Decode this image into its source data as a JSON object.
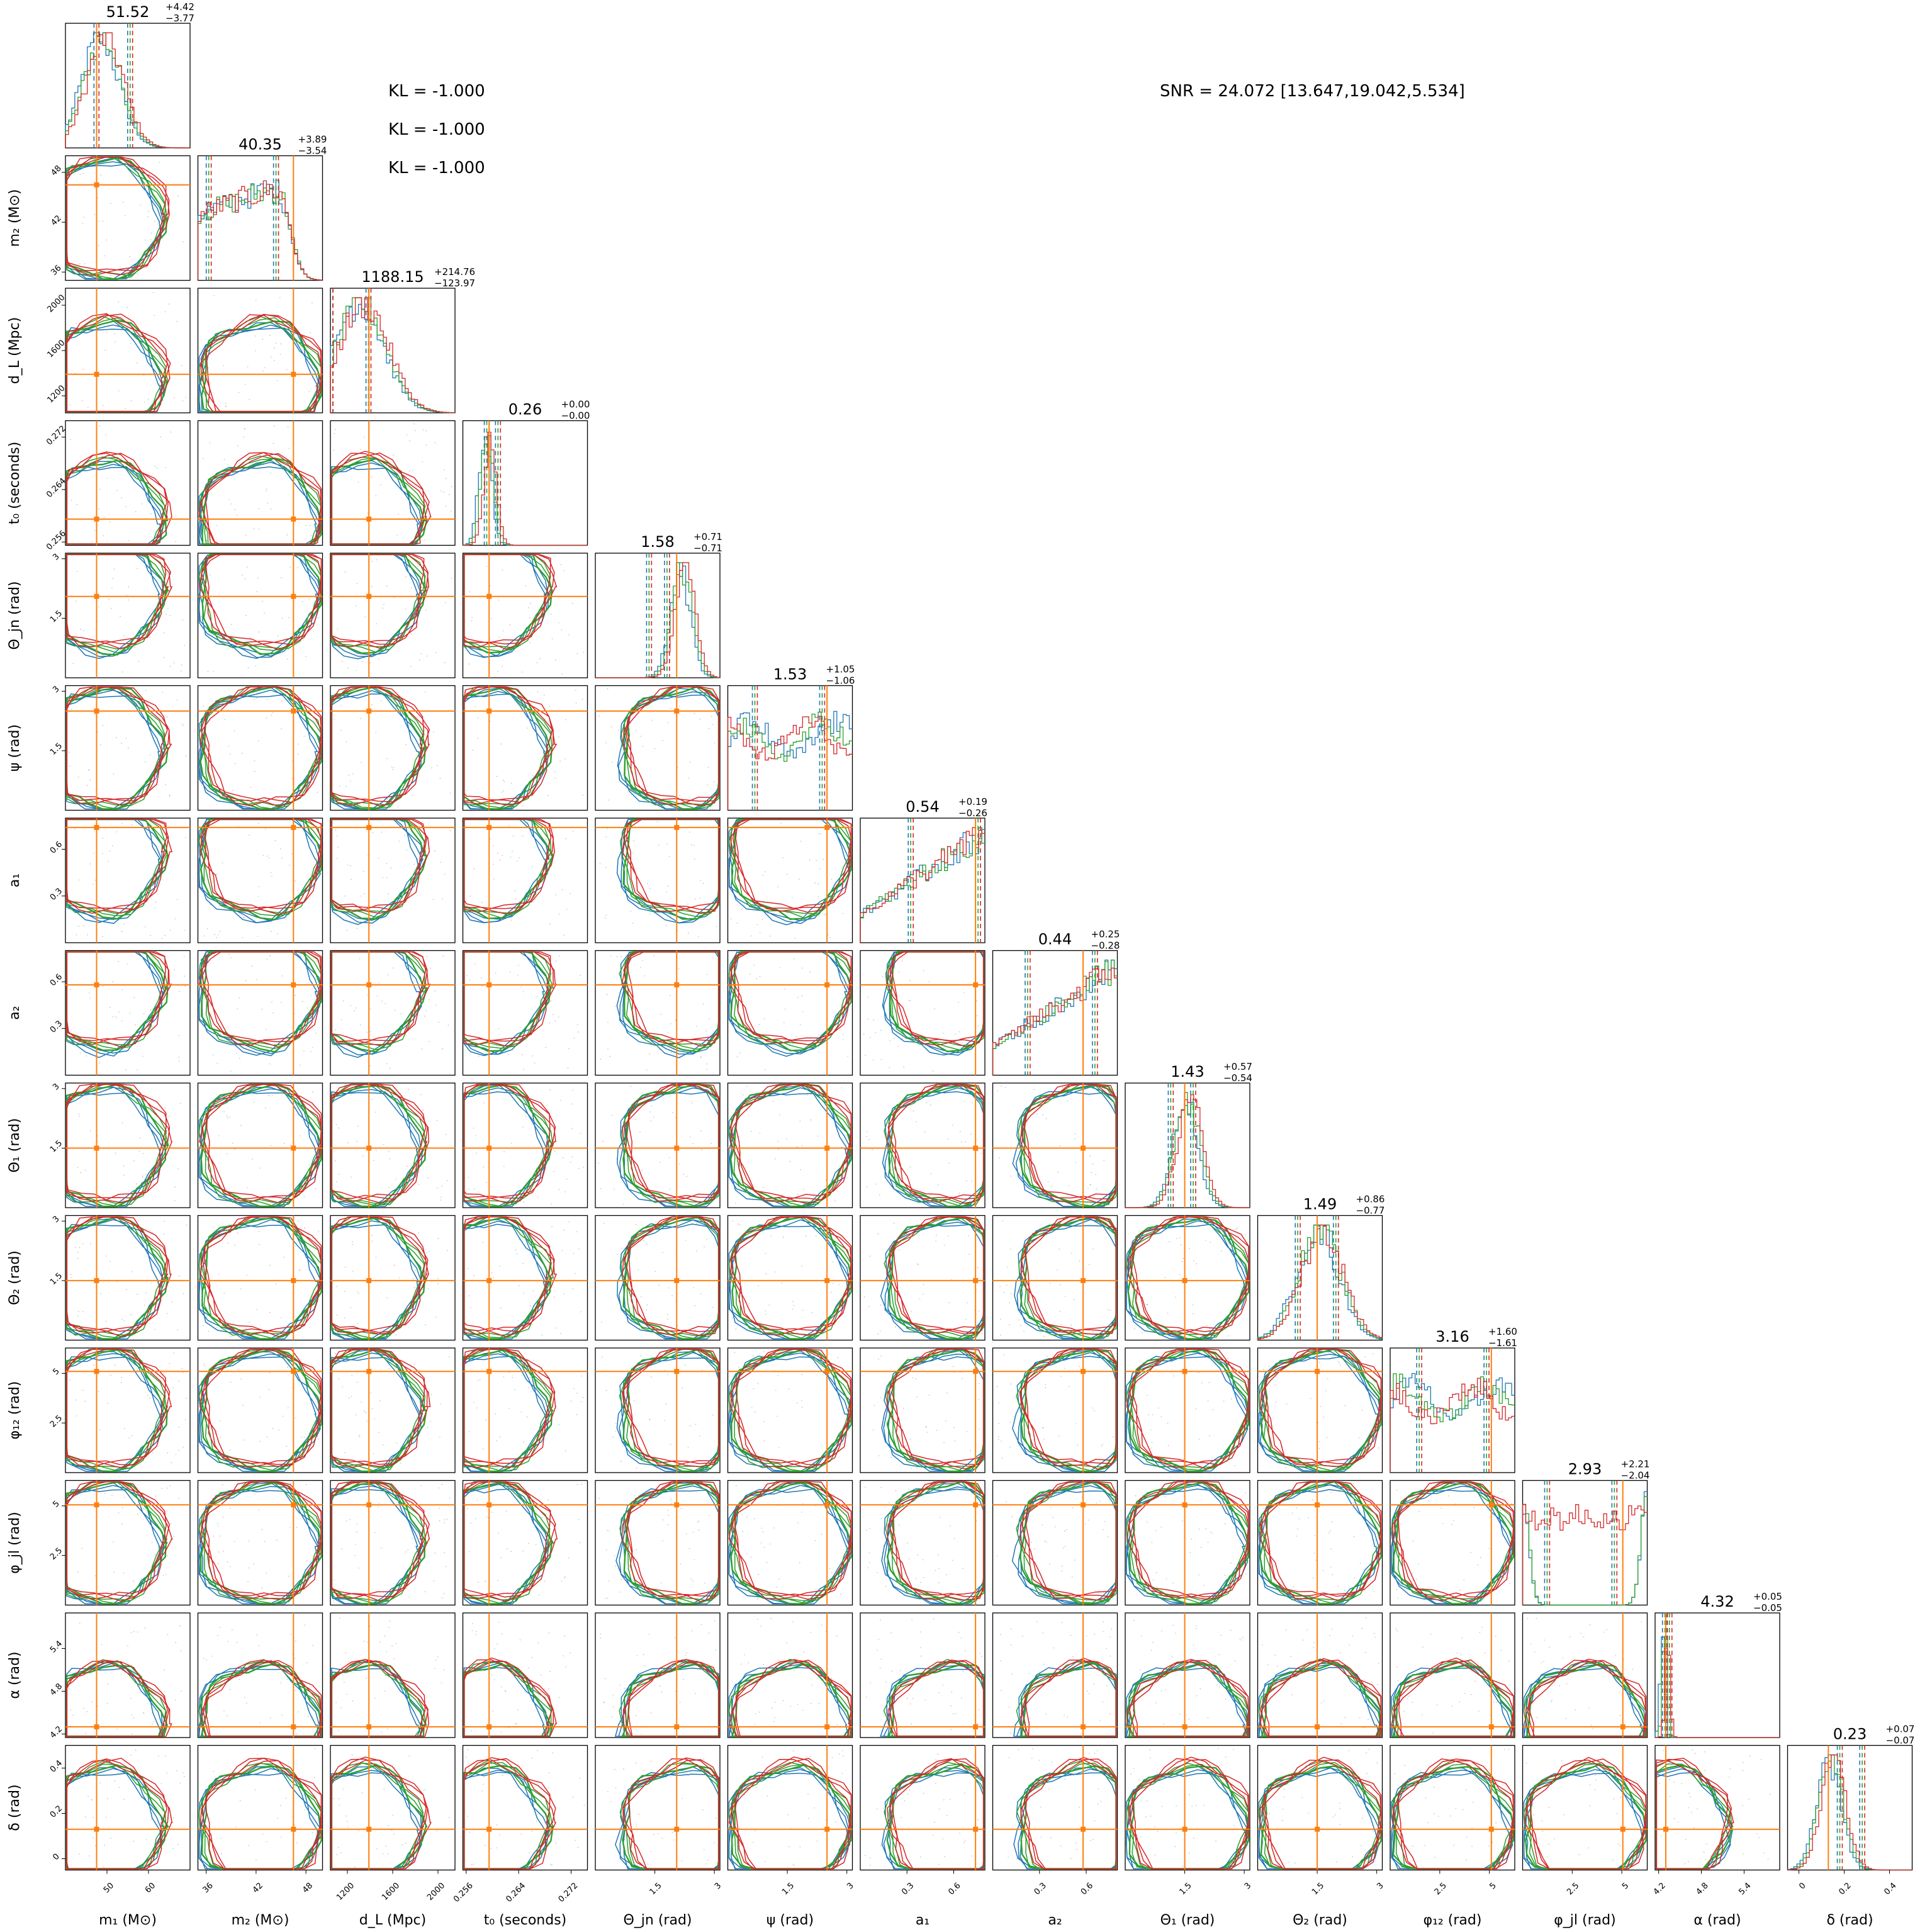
{
  "chart_data": {
    "type": "corner",
    "parameters": [
      {
        "label": "m₁ (M⊙)",
        "sym": "m",
        "sub": "1",
        "unit": "(M⊙)",
        "range": [
          40,
          70
        ],
        "ticks": [
          50,
          60
        ],
        "truth": 47.5,
        "med": 51.52,
        "plus": "+4.42",
        "minus": "−3.77",
        "title": "51.52",
        "kind": "peak",
        "center": 0.3,
        "spread": 0.15
      },
      {
        "label": "m₂ (M⊙)",
        "sym": "m",
        "sub": "2",
        "unit": "(M⊙)",
        "range": [
          35,
          50
        ],
        "ticks": [
          36,
          42,
          48
        ],
        "truth": 46.5,
        "med": 40.35,
        "plus": "+3.89",
        "minus": "−3.54",
        "title": "40.35",
        "kind": "plateau",
        "center": 0.5,
        "spread": 0.3
      },
      {
        "label": "d_L (Mpc)",
        "sym": "d",
        "sub": "L",
        "unit": "(Mpc)",
        "range": [
          1050,
          2150
        ],
        "ticks": [
          1200,
          1600,
          2000
        ],
        "truth": 1390,
        "med": 1188.15,
        "plus": "+214.76",
        "minus": "−123.97",
        "title": "1188.15",
        "kind": "peak",
        "center": 0.25,
        "spread": 0.2
      },
      {
        "label": "t₀ (seconds)",
        "sym": "t",
        "sub": "0",
        "unit": "(seconds)",
        "range": [
          0.2555,
          0.2745
        ],
        "ticks": [
          0.256,
          0.264,
          0.272
        ],
        "truth": 0.2595,
        "med": 0.26,
        "plus": "+0.00",
        "minus": "−0.00",
        "title": "0.26",
        "kind": "peak",
        "center": 0.2,
        "spread": 0.05
      },
      {
        "label": "Θ_jn (rad)",
        "sym": "Θ",
        "sub": "jn",
        "unit": "(rad)",
        "range": [
          0.0,
          3.14
        ],
        "ticks": [
          1.5,
          3.0
        ],
        "truth": 2.05,
        "med": 1.58,
        "plus": "+0.71",
        "minus": "−0.71",
        "title": "1.58",
        "kind": "peak",
        "center": 0.7,
        "spread": 0.08
      },
      {
        "label": "ψ (rad)",
        "sym": "ψ",
        "sub": "",
        "unit": "(rad)",
        "range": [
          0.0,
          3.14
        ],
        "ticks": [
          1.5,
          3.0
        ],
        "truth": 2.5,
        "med": 1.53,
        "plus": "+1.05",
        "minus": "−1.06",
        "title": "1.53",
        "kind": "flat",
        "center": 0.5,
        "spread": 0.3
      },
      {
        "label": "a₁",
        "sym": "a",
        "sub": "1",
        "unit": "",
        "range": [
          0.0,
          0.8
        ],
        "ticks": [
          0.3,
          0.6
        ],
        "truth": 0.74,
        "med": 0.54,
        "plus": "+0.19",
        "minus": "−0.26",
        "title": "0.54",
        "kind": "rising",
        "center": 0.7,
        "spread": 0.3
      },
      {
        "label": "a₂",
        "sym": "a",
        "sub": "2",
        "unit": "",
        "range": [
          0.0,
          0.8
        ],
        "ticks": [
          0.3,
          0.6
        ],
        "truth": 0.58,
        "med": 0.44,
        "plus": "+0.25",
        "minus": "−0.28",
        "title": "0.44",
        "kind": "rising",
        "center": 0.7,
        "spread": 0.3
      },
      {
        "label": "Θ₁ (rad)",
        "sym": "Θ",
        "sub": "1",
        "unit": "(rad)",
        "range": [
          0.0,
          3.14
        ],
        "ticks": [
          1.5,
          3.0
        ],
        "truth": 1.5,
        "med": 1.43,
        "plus": "+0.57",
        "minus": "−0.54",
        "title": "1.43",
        "kind": "peak",
        "center": 0.5,
        "spread": 0.1
      },
      {
        "label": "Θ₂ (rad)",
        "sym": "Θ",
        "sub": "2",
        "unit": "(rad)",
        "range": [
          0.0,
          3.14
        ],
        "ticks": [
          1.5,
          3.0
        ],
        "truth": 1.5,
        "med": 1.49,
        "plus": "+0.86",
        "minus": "−0.77",
        "title": "1.49",
        "kind": "peak",
        "center": 0.5,
        "spread": 0.17
      },
      {
        "label": "φ₁₂ (rad)",
        "sym": "φ",
        "sub": "12",
        "unit": "(rad)",
        "range": [
          0.0,
          6.28
        ],
        "ticks": [
          2.5,
          5.0
        ],
        "truth": 5.1,
        "med": 3.16,
        "plus": "+1.60",
        "minus": "−1.61",
        "title": "3.16",
        "kind": "flat",
        "center": 0.5,
        "spread": 0.3
      },
      {
        "label": "φ_jl (rad)",
        "sym": "φ",
        "sub": "jl",
        "unit": "(rad)",
        "range": [
          0.0,
          6.28
        ],
        "ticks": [
          2.5,
          5.0
        ],
        "truth": 5.05,
        "med": 2.93,
        "plus": "+2.21",
        "minus": "−2.04",
        "title": "2.93",
        "kind": "bimodal",
        "center": 0.5,
        "spread": 0.3
      },
      {
        "label": "α (rad)",
        "sym": "α",
        "sub": "",
        "unit": "(rad)",
        "range": [
          4.15,
          5.9
        ],
        "ticks": [
          4.2,
          4.8,
          5.4
        ],
        "truth": 4.3,
        "med": 4.32,
        "plus": "+0.05",
        "minus": "−0.05",
        "title": "4.32",
        "kind": "peak",
        "center": 0.08,
        "spread": 0.02
      },
      {
        "label": "δ (rad)",
        "sym": "δ",
        "sub": "",
        "unit": "(rad)",
        "range": [
          -0.05,
          0.5
        ],
        "ticks": [
          0.0,
          0.2,
          0.4
        ],
        "truth": 0.13,
        "med": 0.23,
        "plus": "+0.07",
        "minus": "−0.07",
        "title": "0.23",
        "kind": "peak",
        "center": 0.35,
        "spread": 0.1
      }
    ],
    "series": [
      {
        "color": "#1f77b4"
      },
      {
        "color": "#2ca02c"
      },
      {
        "color": "#d62728"
      }
    ],
    "truth_color": "#ff7f0e",
    "annotations": {
      "kl": [
        "KL = -1.000",
        "KL = -1.000",
        "KL = -1.000"
      ],
      "snr": "SNR = 24.072 [13.647,19.042,5.534]"
    }
  }
}
